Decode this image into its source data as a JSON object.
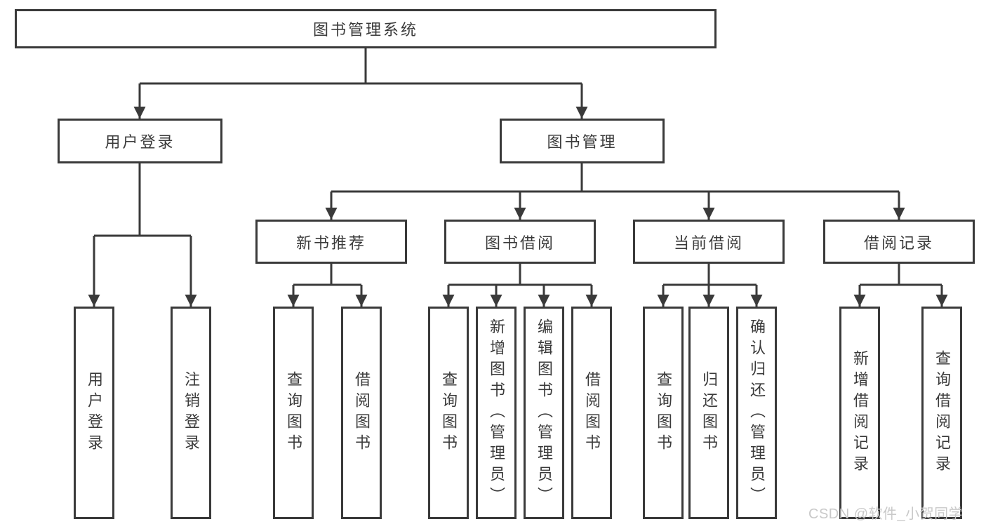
{
  "diagram": {
    "root": {
      "label": "图书管理系统"
    },
    "branches": [
      {
        "label": "用户登录",
        "leaves": [
          {
            "label": "用户登录"
          },
          {
            "label": "注销登录"
          }
        ]
      },
      {
        "label": "图书管理",
        "groups": [
          {
            "label": "新书推荐",
            "leaves": [
              {
                "label": "查询图书"
              },
              {
                "label": "借阅图书"
              }
            ]
          },
          {
            "label": "图书借阅",
            "leaves": [
              {
                "label": "查询图书"
              },
              {
                "label": "新增图书（管理员）"
              },
              {
                "label": "编辑图书（管理员）"
              },
              {
                "label": "借阅图书"
              }
            ]
          },
          {
            "label": "当前借阅",
            "leaves": [
              {
                "label": "查询图书"
              },
              {
                "label": "归还图书"
              },
              {
                "label": "确认归还（管理员）"
              }
            ]
          },
          {
            "label": "借阅记录",
            "leaves": [
              {
                "label": "新增借阅记录"
              },
              {
                "label": "查询借阅记录"
              }
            ]
          }
        ]
      }
    ]
  },
  "watermark": {
    "text": "CSDN @软件_小贺同学"
  },
  "colors": {
    "line": "#3a3a3a",
    "box_border": "#3a3a3a",
    "text": "#3a3a3a",
    "watermark": "#c9c9c9",
    "background": "#ffffff"
  }
}
